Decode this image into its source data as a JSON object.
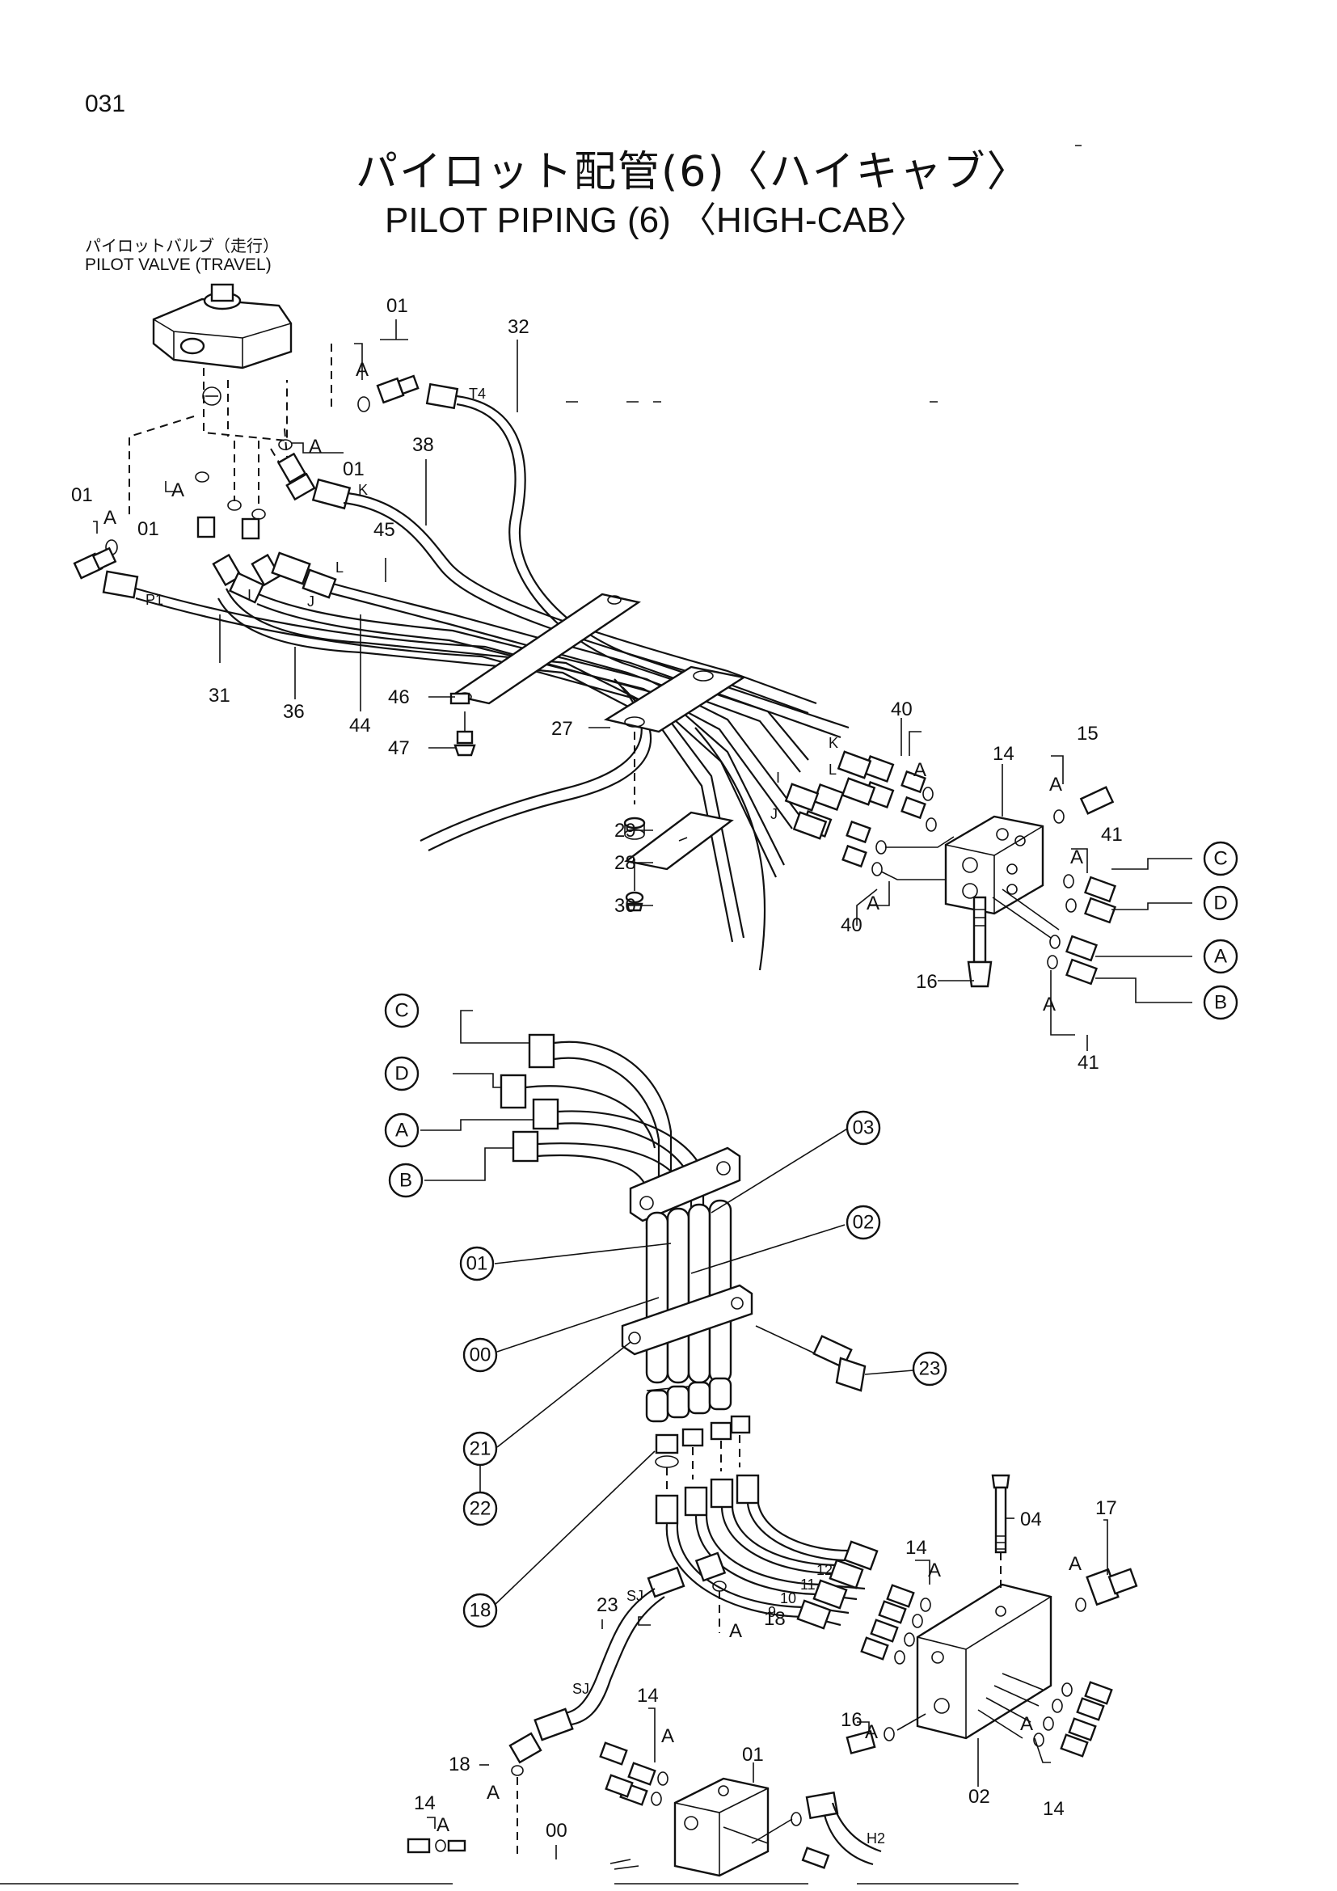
{
  "page_number": "031",
  "title_jp": "パイロット配管(6)〈ハイキャブ〉",
  "title_en": "PILOT PIPING (6) 〈HIGH-CAB〉",
  "valve_label_jp": "パイロットバルブ（走行）",
  "valve_label_en": "PILOT VALVE (TRAVEL)",
  "callouts": {
    "p01a": "01",
    "p01b": "01",
    "p01c": "01",
    "p01d": "01",
    "p32": "32",
    "p38": "38",
    "p45": "45",
    "p31": "31",
    "p36": "36",
    "p44": "44",
    "p46": "46",
    "p47": "47",
    "p27": "27",
    "p29": "29",
    "p28": "28",
    "p30": "30",
    "p40a": "40",
    "p40b": "40",
    "p14": "14",
    "p15": "15",
    "p41a": "41",
    "p41b": "41",
    "p16": "16",
    "l_p04": "04",
    "l_p17": "17",
    "l_p14a": "14",
    "l_p14b": "14",
    "l_p14c": "14",
    "l_p14d": "14",
    "l_p23": "23",
    "l_p18a": "18",
    "l_p18b": "18",
    "l_p01": "01",
    "l_p16": "16",
    "l_p02": "02",
    "l_p00": "00",
    "h12": "12",
    "h11": "11",
    "h10": "10",
    "h9": "9"
  },
  "letters": {
    "A": "A",
    "T4": "T4",
    "K": "K",
    "L": "L",
    "I": "I",
    "J": "J",
    "P1": "P1",
    "SJ": "SJ",
    "H2": "H2"
  },
  "circle_refs": {
    "C": "C",
    "D": "D",
    "A": "A",
    "B": "B",
    "r03": "03",
    "r02": "02",
    "r01": "01",
    "r00": "00",
    "r21": "21",
    "r22": "22",
    "r23": "23",
    "r18": "18"
  }
}
